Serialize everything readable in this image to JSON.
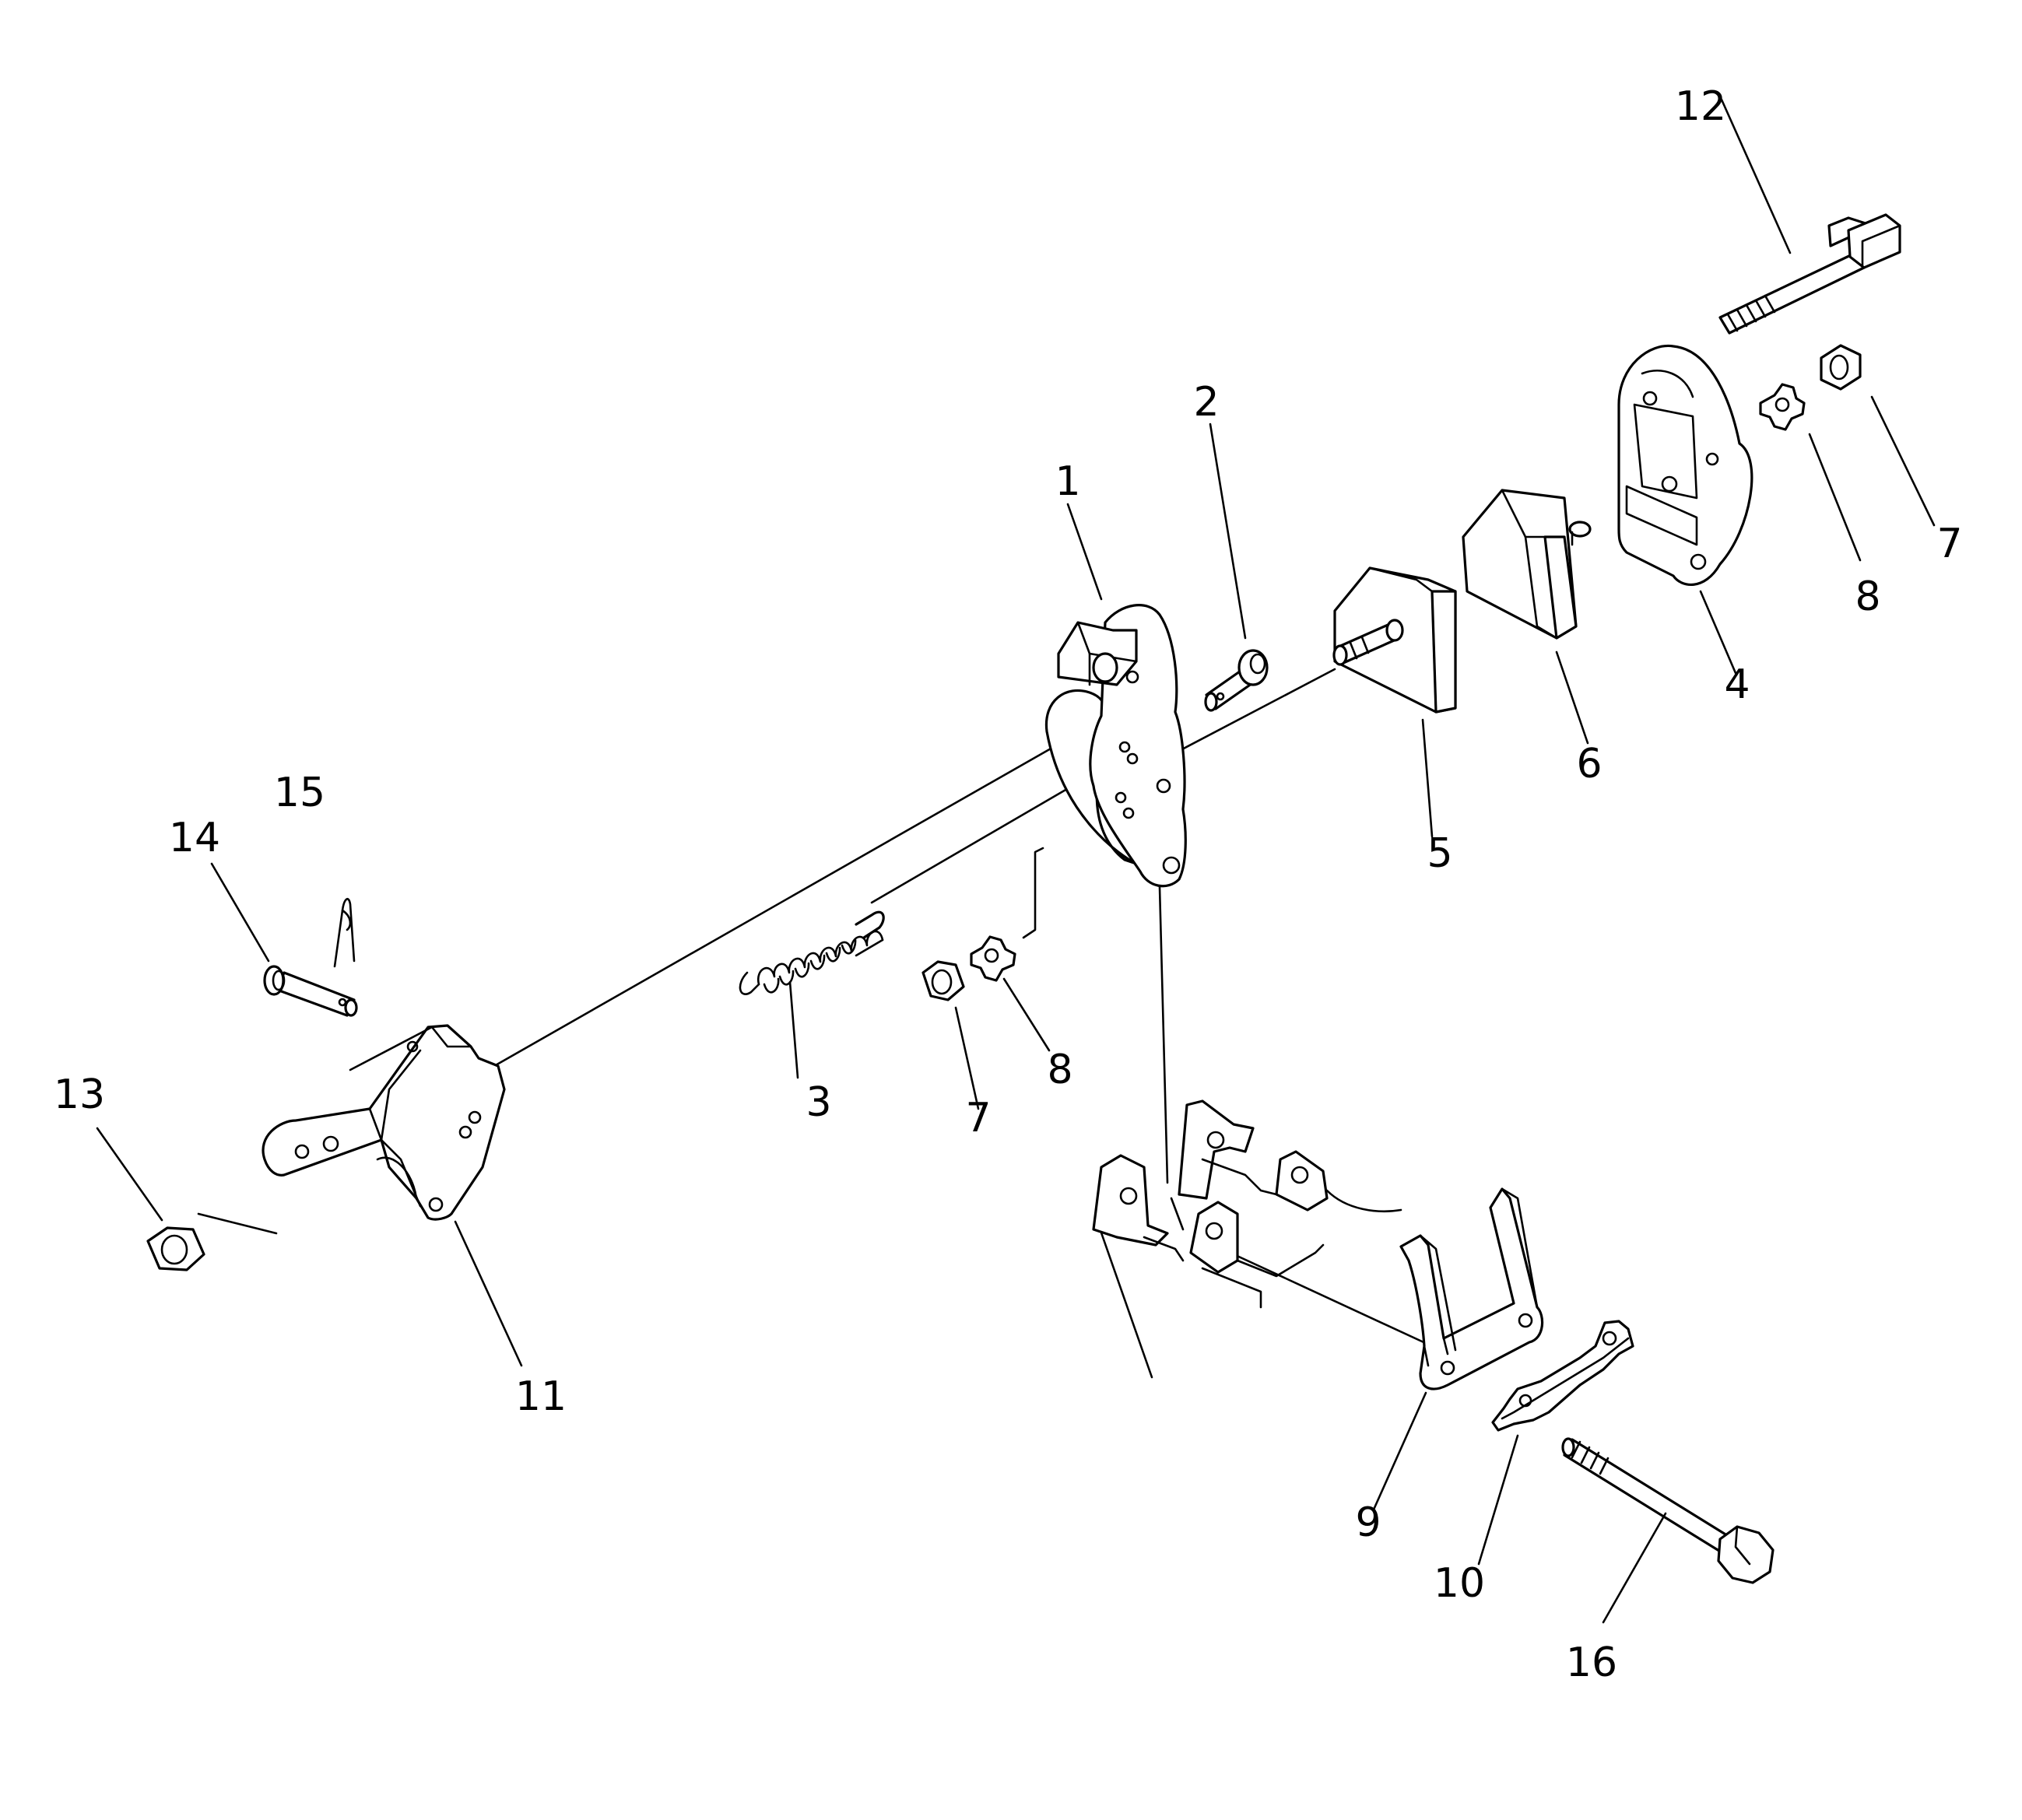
{
  "callouts": [
    {
      "id": "1",
      "text": "1"
    },
    {
      "id": "2",
      "text": "2"
    },
    {
      "id": "3",
      "text": "3"
    },
    {
      "id": "4",
      "text": "4"
    },
    {
      "id": "5",
      "text": "5"
    },
    {
      "id": "6",
      "text": "6"
    },
    {
      "id": "7a",
      "text": "7"
    },
    {
      "id": "7b",
      "text": "7"
    },
    {
      "id": "8a",
      "text": "8"
    },
    {
      "id": "8b",
      "text": "8"
    },
    {
      "id": "9",
      "text": "9"
    },
    {
      "id": "10",
      "text": "10"
    },
    {
      "id": "11",
      "text": "11"
    },
    {
      "id": "12",
      "text": "12"
    },
    {
      "id": "13",
      "text": "13"
    },
    {
      "id": "14",
      "text": "14"
    },
    {
      "id": "15",
      "text": "15"
    },
    {
      "id": "16",
      "text": "16"
    }
  ],
  "parts": {
    "lever": "lever",
    "bolt_small": "bolt",
    "spring": "spring",
    "bracket_right": "bracket",
    "block_5": "block",
    "block_6": "block",
    "nut": "nut",
    "lock_washer": "lock-washer",
    "fork": "fork",
    "plate": "plate",
    "bracket_left": "bracket",
    "bolt_long": "bolt",
    "pin": "pin",
    "cotter_pin": "cotter-pin",
    "bolt_bottom": "bolt",
    "base_bracket": "base-bracket"
  }
}
